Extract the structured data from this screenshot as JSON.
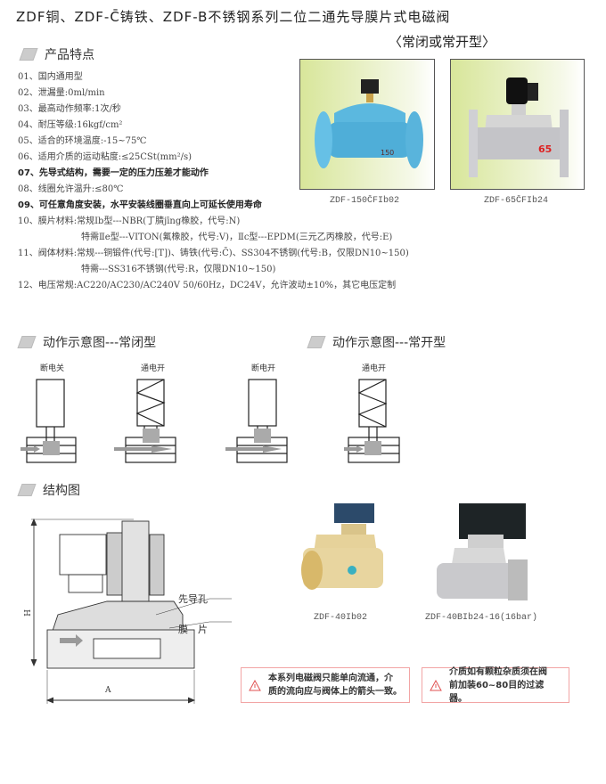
{
  "header": {
    "title": "ZDF铜、ZDF-C̄铸铁、ZDF-B不锈钢系列二位二通先导膜片式电磁阀",
    "subtitle": "〈常闭或常开型〉"
  },
  "features": {
    "heading": "产品特点",
    "items": [
      "01、国内通用型",
      "02、泄漏量:0ml/min",
      "03、最高动作频率:1次/秒",
      "04、耐压等级:16kgf/cm²",
      "05、适合的环境温度:-15~75℃",
      "06、适用介质的运动粘度:≤25CSt(mm²/s)",
      "07、先导式结构，需要一定的压力压差才能动作",
      "08、线圈允许温升:≤80℃",
      "09、可任意角度安装，水平安装线圈垂直向上可延长使用寿命",
      "10、膜片材料:常规Ⅰb型---NBR(丁腈jīng橡胶，代号:N)",
      "特需Ⅱe型---VITON(氟橡胶，代号:V)，Ⅱc型---EPDM(三元乙丙橡胶，代号:E)",
      "11、阀体材料:常规---铜锻件(代号:[T])、铸铁(代号:C̄)、SS304不锈钢(代号:B，仅限DN10~150)",
      "特需---SS316不锈钢(代号:R，仅限DN10~150)",
      "12、电压常规:AC220/AC230/AC240V  50/60Hz，DC24V，允许波动±10%，其它电压定制"
    ]
  },
  "top_products": [
    {
      "caption": "ZDF-150C̄FIb02",
      "marking": "150"
    },
    {
      "caption": "ZDF-65C̄FIb24",
      "marking": "65"
    }
  ],
  "action_nc": {
    "heading": "动作示意图---常闭型",
    "off_label": "断电关",
    "on_label": "通电开"
  },
  "action_no": {
    "heading": "动作示意图---常开型",
    "off_label": "断电开",
    "on_label": "通电开"
  },
  "structure": {
    "heading": "结构图",
    "pilot_hole": "先导孔",
    "diaphragm": "膜　片",
    "dim_h": "H",
    "dim_a": "A"
  },
  "bottom_products": [
    {
      "caption": "ZDF-40Ib02"
    },
    {
      "caption": "ZDF-40BIb24-16(16bar)"
    }
  ],
  "warnings": [
    {
      "line1": "本系列电磁阀只能单向流通，介",
      "line2": "质的流向应与阀体上的箭头一致。"
    },
    {
      "line1": "介质如有颗粒杂质须在阀",
      "line2": "前加装60~80目的过滤器。"
    }
  ],
  "colors": {
    "warning_border": "#f2a5a5",
    "warning_icon": "#e05050",
    "photo_bg": "#d8e69a"
  }
}
